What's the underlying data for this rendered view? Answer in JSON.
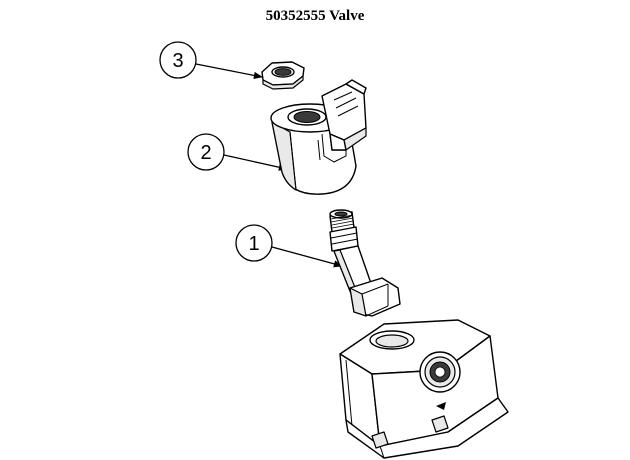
{
  "title": "50352555 Valve",
  "callouts": [
    {
      "number": "3",
      "part": "nut"
    },
    {
      "number": "2",
      "part": "solenoid-coil"
    },
    {
      "number": "1",
      "part": "armature-tube"
    }
  ]
}
